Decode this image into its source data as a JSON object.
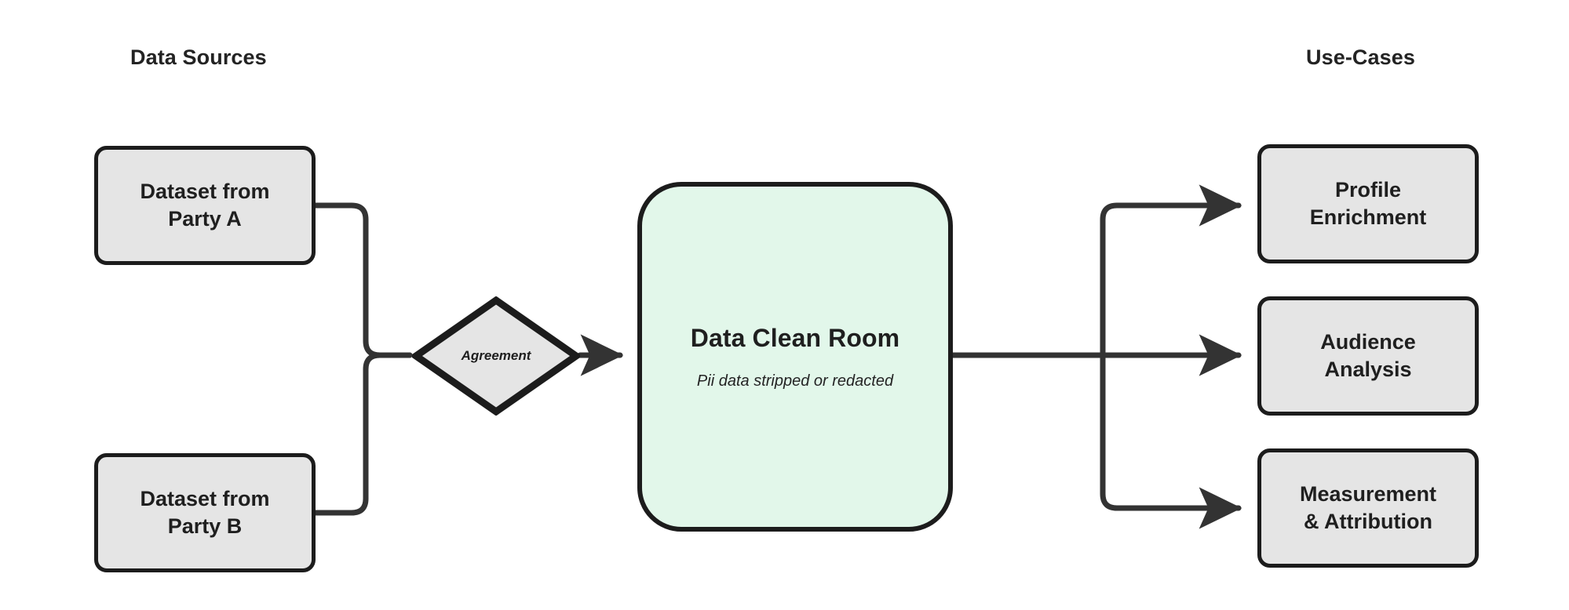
{
  "diagram": {
    "background_color": "#ffffff",
    "headings": {
      "sources": "Data Sources",
      "use_cases": "Use-Cases"
    },
    "colors": {
      "node_fill": "#e5e5e5",
      "node_border": "#1c1c1c",
      "clean_room_fill": "#e2f7ea",
      "clean_room_border": "#1c1c1c",
      "edge": "#333333",
      "text": "#1f1f1f"
    },
    "sources": [
      {
        "id": "party-a",
        "line1": "Dataset from",
        "line2": "Party A"
      },
      {
        "id": "party-b",
        "line1": "Dataset from",
        "line2": "Party B"
      }
    ],
    "gateway": {
      "id": "agreement",
      "shape": "diamond",
      "label": "Agreement"
    },
    "clean_room": {
      "id": "clean-room",
      "title": "Data Clean Room",
      "subtitle": "Pii data stripped or redacted"
    },
    "use_cases": [
      {
        "id": "profile-enrichment",
        "line1": "Profile",
        "line2": "Enrichment"
      },
      {
        "id": "audience-analysis",
        "line1": "Audience",
        "line2": "Analysis"
      },
      {
        "id": "measurement-attribution",
        "line1": "Measurement",
        "line2": "& Attribution"
      }
    ],
    "edges": [
      {
        "from": "party-a",
        "to": "agreement",
        "arrow": false
      },
      {
        "from": "party-b",
        "to": "agreement",
        "arrow": false
      },
      {
        "from": "agreement",
        "to": "clean-room",
        "arrow": true
      },
      {
        "from": "clean-room",
        "to": "profile-enrichment",
        "arrow": true
      },
      {
        "from": "clean-room",
        "to": "audience-analysis",
        "arrow": true
      },
      {
        "from": "clean-room",
        "to": "measurement-attribution",
        "arrow": true
      }
    ]
  }
}
